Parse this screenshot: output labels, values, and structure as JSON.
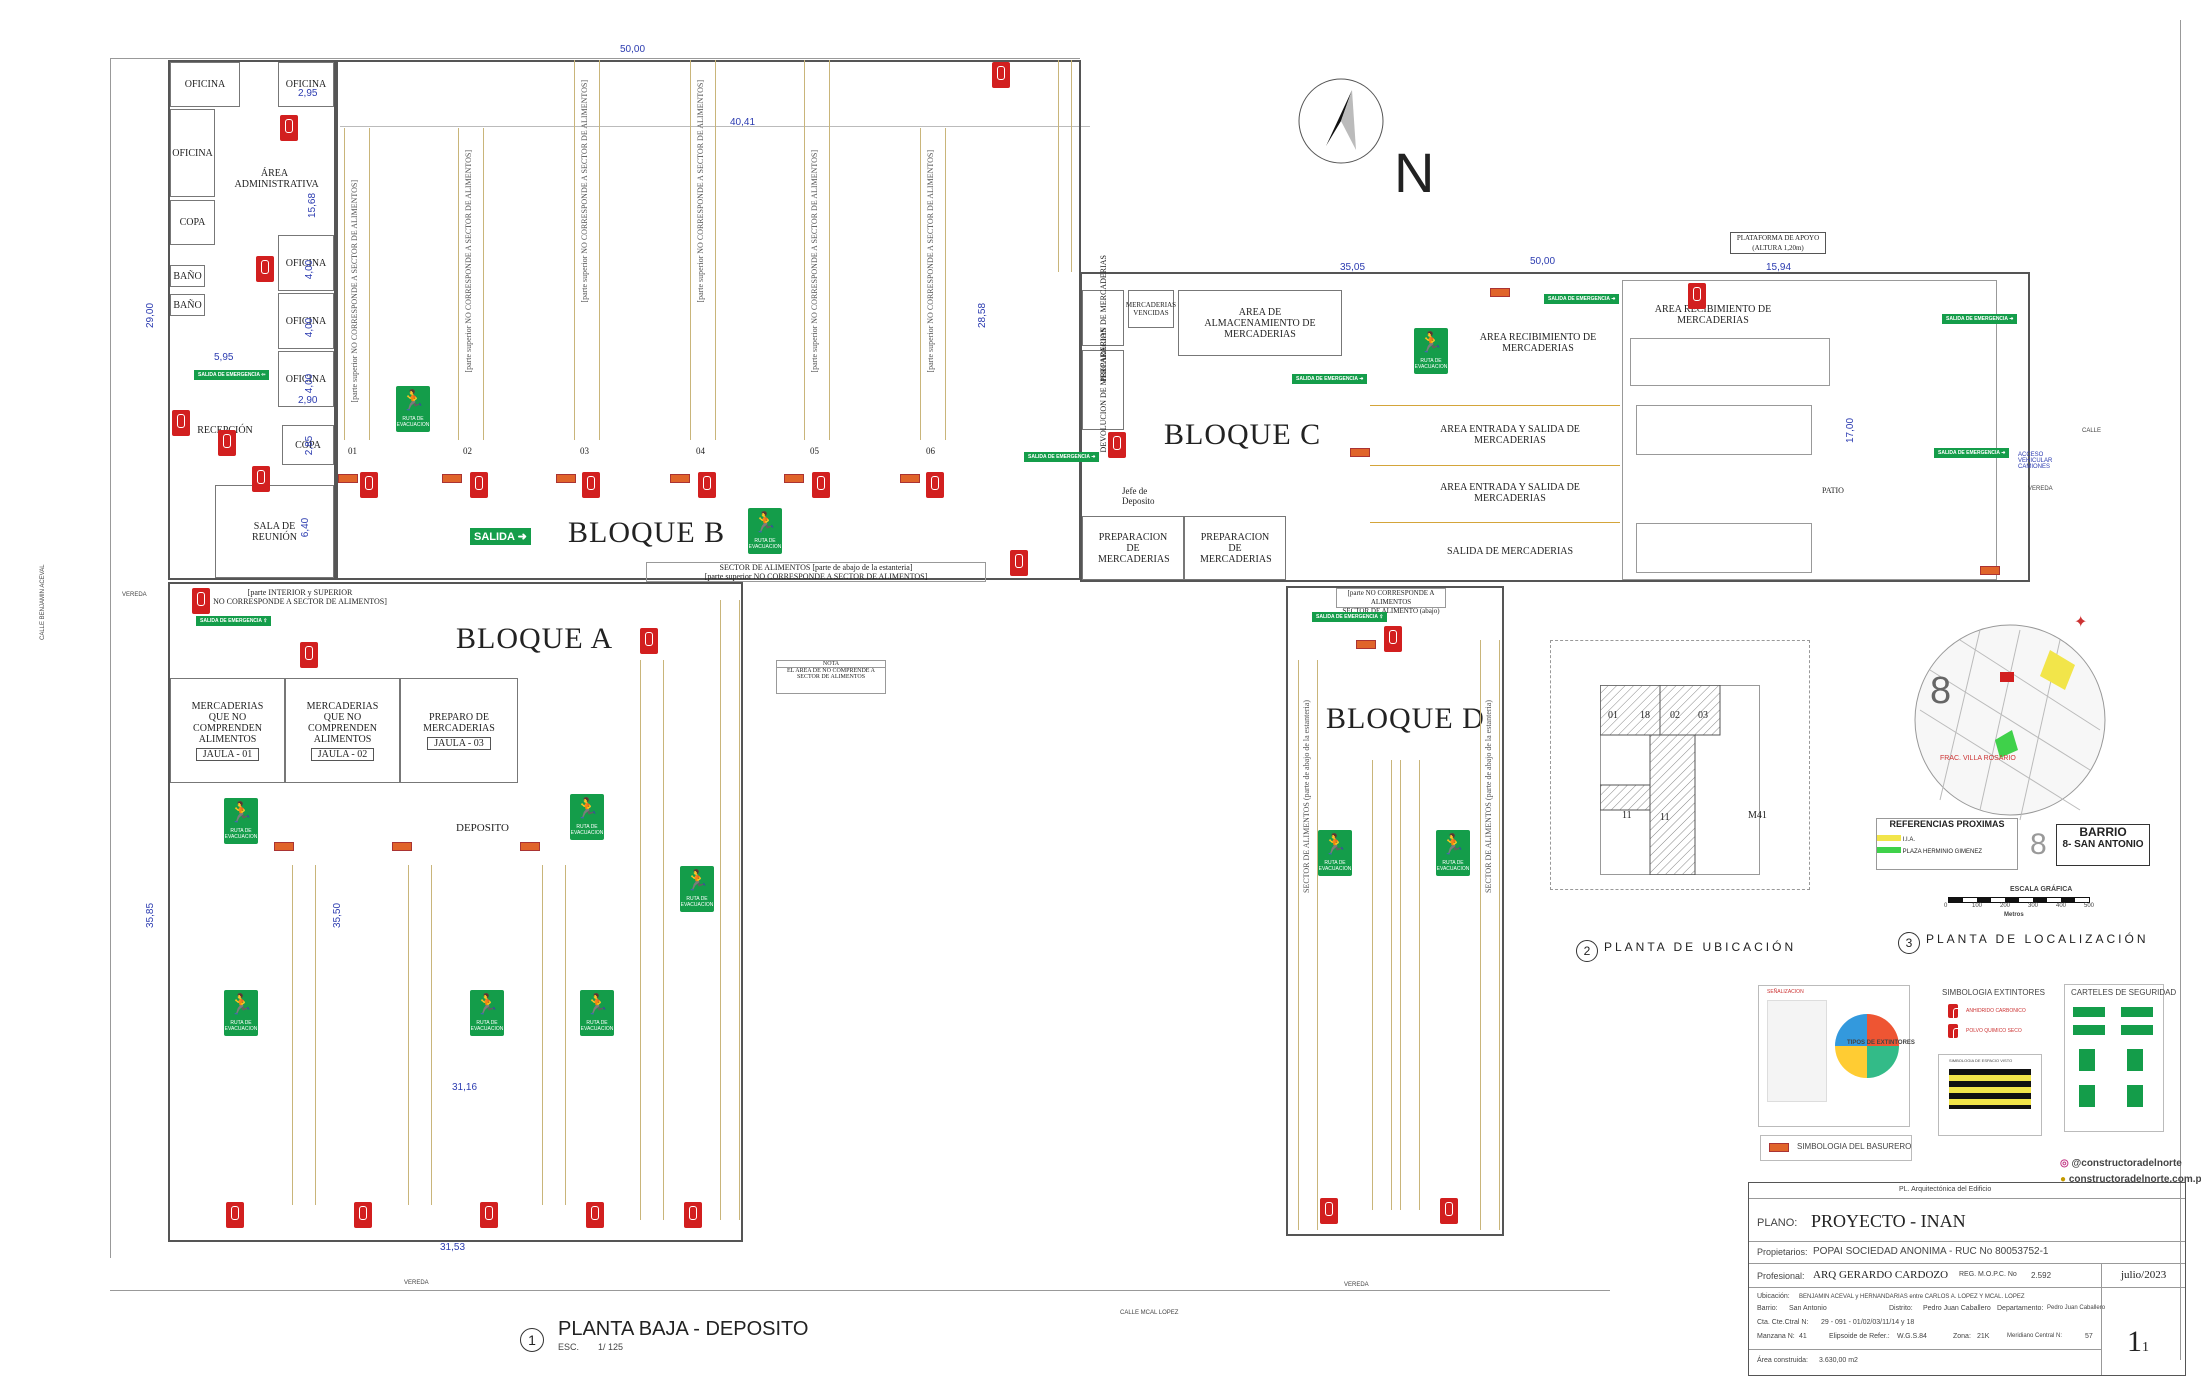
{
  "blocks": {
    "a": "BLOQUE A",
    "b": "BLOQUE B",
    "c": "BLOQUE C",
    "d": "BLOQUE D"
  },
  "compass_label": "N",
  "dims": {
    "top_total": "50,00",
    "top_inner": "40,41",
    "left_height": "29,00",
    "b_right": "28,58",
    "admin_w": "2,95",
    "admin_h": "15,68",
    "office_d1": "4,00",
    "office_d2": "4,00",
    "office_d3": "4,00",
    "office_w": "2,90",
    "recep_w": "5,95",
    "copa_d": "2,85",
    "sala_d": "6,40",
    "c_top": "50,00",
    "c_left": "35,05",
    "c_right": "15,94",
    "c_height": "17,00",
    "lower_height": "35,85",
    "dep_inner": "35,50",
    "dep_mid": "31,16",
    "bottom": "31,53"
  },
  "rooms": {
    "oficina": "OFICINA",
    "area_admin": "ÁREA ADMINISTRATIVA",
    "copa": "COPA",
    "bano": "BAÑO",
    "recepcion": "RECEPCIÓN",
    "sala_reunion": "SALA DE REUNIÓN",
    "merc_no_alim": "MERCADERIAS QUE NO COMPRENDEN ALIMENTOS",
    "preparo": "PREPARO DE MERCADERIAS",
    "jaula1": "JAULA - 01",
    "jaula2": "JAULA - 02",
    "jaula3": "JAULA - 03",
    "deposito": "DEPOSITO",
    "merc_vencidas": "MERCADERIAS VENCIDAS",
    "almacenamiento": "AREA DE ALMACENAMIENTO DE MERCADERIAS",
    "prep_vert": "PREPARACION DE MERCADERIAS",
    "devolucion": "DEVOLUCION DE MERCADERIAS",
    "preparacion": "PREPARACION DE MERCADERIAS",
    "jefe": "Jefe de Deposito",
    "recibimiento": "AREA RECIBIMIENTO DE MERCADERIAS",
    "entrada_salida": "AREA ENTRADA Y SALIDA DE MERCADERIAS",
    "salida_merc": "SALIDA DE MERCADERIAS",
    "patio": "PATIO",
    "plataforma": "PLATAFORMA DE APOYO (ALTURA 1,20m)"
  },
  "notes": {
    "sector_alim_1": "SECTOR DE ALIMENTOS [parte de abajo de la estanteria]",
    "sector_alim_2": "[parte superior NO CORRESPONDE A SECTOR DE ALIMENTOS]",
    "inferior_sup_1": "[parte INTERIOR y SUPERIOR",
    "inferior_sup_2": "NO CORRESPONDE A SECTOR DE ALIMENTOS]",
    "d_note_1": "[parte NO CORRESPONDE A ALIMENTOS",
    "d_note_2": "SECTOR DE ALIMENTO (abajo)",
    "shelf_b": "[parte superior NO CORRESPONDE A SECTOR DE ALIMENTOS]",
    "shelf_d": "SECTOR DE ALIMENTOS (parte de abajo de la estanteria)",
    "nota_title": "NOTA",
    "nota_body": "EL AREA DE NO COMPRENDE A SECTOR DE ALIMENTOS",
    "calle": "CALLE",
    "vereda": "VEREDA",
    "calle_left": "CALLE BENJAMIN ACEVAL",
    "calle_bottom": "CALLE MCAL LOPEZ",
    "acceso": "ACCESO VEHICULAR CAMIONES"
  },
  "shelf_numbers": [
    "01",
    "02",
    "03",
    "04",
    "05",
    "06"
  ],
  "signs": {
    "salida": "SALIDA",
    "ruta": "RUTA DE EVACUACION",
    "salida_emerg": "SALIDA DE EMERGENCIA"
  },
  "ubicacion": {
    "lots": [
      "01",
      "18",
      "02",
      "03",
      "11",
      "11"
    ],
    "manzana": "M41"
  },
  "localizacion": {
    "barrio_title": "BARRIO",
    "barrio_name": "8- SAN ANTONIO",
    "barrio_num": "8",
    "refs_title": "REFERENCIAS PROXIMAS",
    "ref1": "I.I.A.",
    "ref2": "PLAZA HERMINIO GIMENEZ",
    "villa": "FRAC. VILLA ROSARIO",
    "escala": "ESCALA GRÁFICA",
    "metros": "Metros",
    "scale_ticks": [
      "0",
      "100",
      "200",
      "300",
      "400",
      "500"
    ]
  },
  "legend": {
    "basurero": "SIMBOLOGIA DEL BASURERO",
    "extintores": "SIMBOLOGIA EXTINTORES",
    "ext1": "ANHIDRIDO CARBONICO",
    "ext2": "POLVO QUIMICO SECO",
    "carteles": "CARTELES DE SEGURIDAD",
    "tipos": "TIPOS DE EXTINTORES",
    "senal": "SEÑALIZACION",
    "banner": "SIMBOLOGIA DE ESPACIO VISTO"
  },
  "views": {
    "v1_num": "1",
    "v1_title": "PLANTA BAJA  -  DEPOSITO",
    "v1_scale_label": "ESC.",
    "v1_scale": "1/ 125",
    "v2_num": "2",
    "v2_title": "PLANTA DE UBICACIÓN",
    "v3_num": "3",
    "v3_title": "PLANTA DE LOCALIZACIÓN"
  },
  "social": {
    "ig": "@constructoradelnorte",
    "web": "constructoradelnorte.com.py"
  },
  "title_block": {
    "header": "PL. Arquitectónica del Edificio",
    "plano_label": "PLANO:",
    "plano": "PROYECTO - INAN",
    "prop_label": "Propietarios:",
    "propietario": "POPAI SOCIEDAD ANONIMA  - RUC No 80053752-1",
    "prof_label": "Profesional:",
    "profesional": "ARQ GERARDO CARDOZO",
    "reg_label": "REG. M.O.P.C.  No",
    "reg": "2.592",
    "fecha": "julio/2023",
    "ubic_label": "Ubicación:",
    "ubicacion": "BENJAMIN ACEVAL y HERNANDARIAS entre CARLOS A. LOPEZ Y MCAL. LOPEZ",
    "barrio_label": "Barrio:",
    "barrio": "San Antonio",
    "distrito_label": "Distrito:",
    "distrito": "Pedro Juan Caballero",
    "depto_label": "Departamento:",
    "depto": "Pedro Juan Caballero",
    "cta_label": "Cta. Cte.Ctral N:",
    "cta": "29 - 091 - 01/02/03/11/14 y 18",
    "manzana_label": "Manzana N:",
    "manzana": "41",
    "elipsoide_label": "Elipsoide de Refer.:",
    "elipsoide": "W.G.S.84",
    "zona_label": "Zona:",
    "zona": "21K",
    "meridiano_label": "Meridiano Central N:",
    "meridiano": "57",
    "area_label": "Área construida:",
    "area": "3.630,00 m2",
    "sheet": "1",
    "sheet_sub": "1"
  }
}
